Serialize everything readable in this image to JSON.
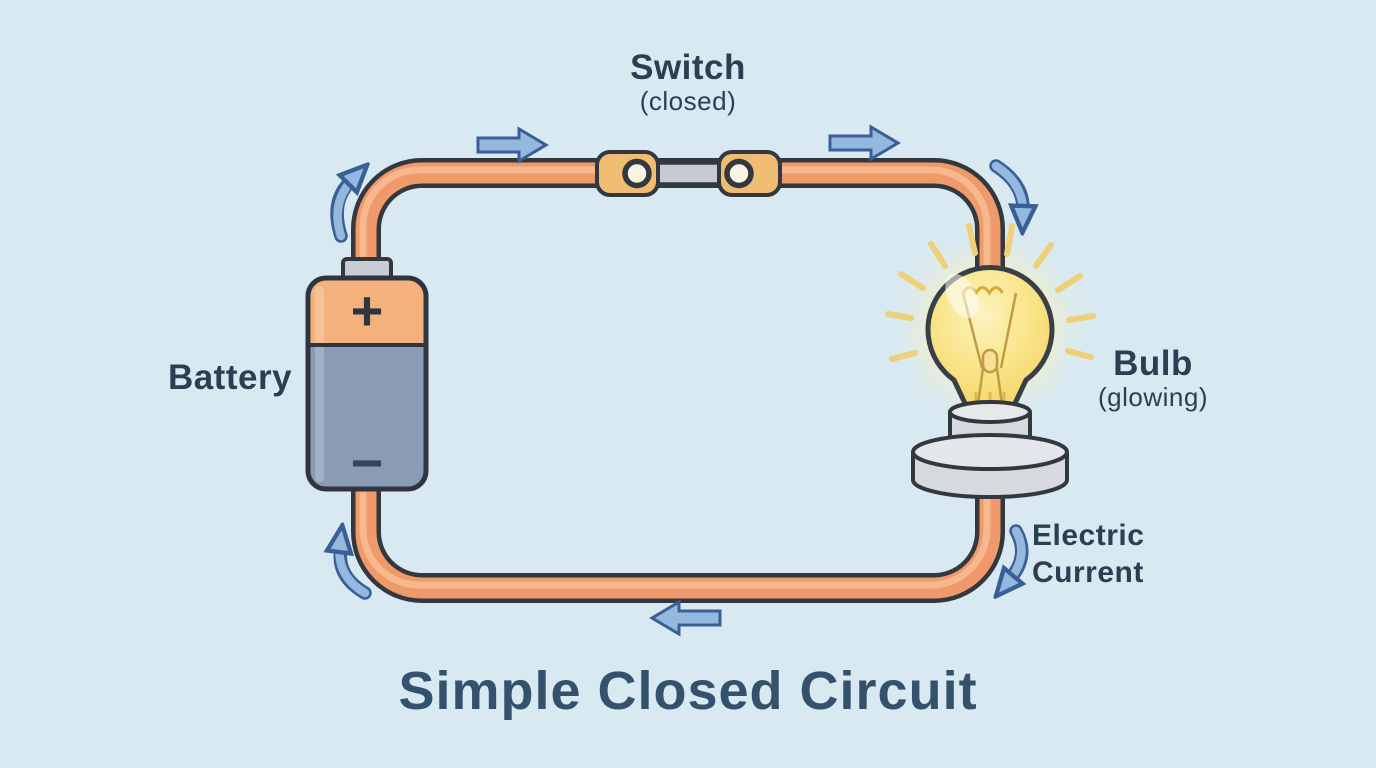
{
  "diagram": {
    "title": "Simple Closed Circuit",
    "switch": {
      "label": "Switch",
      "state": "(closed)"
    },
    "battery": {
      "label": "Battery",
      "positive_symbol": "+",
      "negative_symbol": "−"
    },
    "bulb": {
      "label": "Bulb",
      "state": "(glowing)"
    },
    "current": {
      "line1": "Electric",
      "line2": "Current"
    },
    "colors": {
      "background": "#D8E9F2",
      "wire": "#F0996A",
      "wire_highlight": "#F7BD92",
      "outline": "#33383F",
      "battery_top": "#F5B17C",
      "battery_body": "#8A9CB5",
      "switch_terminal": "#EFBC72",
      "switch_bar": "#C6CAD1",
      "bulb_glass": "#F6DC74",
      "glow_ray": "#EDD077",
      "socket": "#D6D9DD",
      "arrow_fill": "#94B8DE",
      "arrow_outline": "#3A5F96",
      "label_text": "#2B3F52",
      "title_text": "#34526D"
    }
  }
}
